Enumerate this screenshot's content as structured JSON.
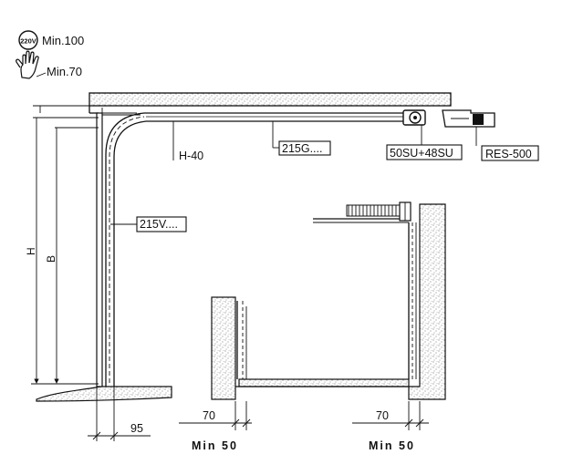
{
  "legend": {
    "power_badge": "220V",
    "power_value": "Min.100",
    "hand_value": "Min.70"
  },
  "labels": {
    "header_track": "215G....",
    "vertical_track": "215V....",
    "spring_unit": "50SU+48SU",
    "spring_extra": "RES-500",
    "header_offset": "H-40"
  },
  "dimensions": {
    "h_label": "H",
    "b_label": "B",
    "side_width": "95",
    "left_clearance": "70",
    "right_clearance": "70",
    "left_min": "Min 50",
    "right_min": "Min 50"
  },
  "colors": {
    "line": "#111111",
    "background": "#ffffff",
    "masonry_dot": "#555555"
  }
}
